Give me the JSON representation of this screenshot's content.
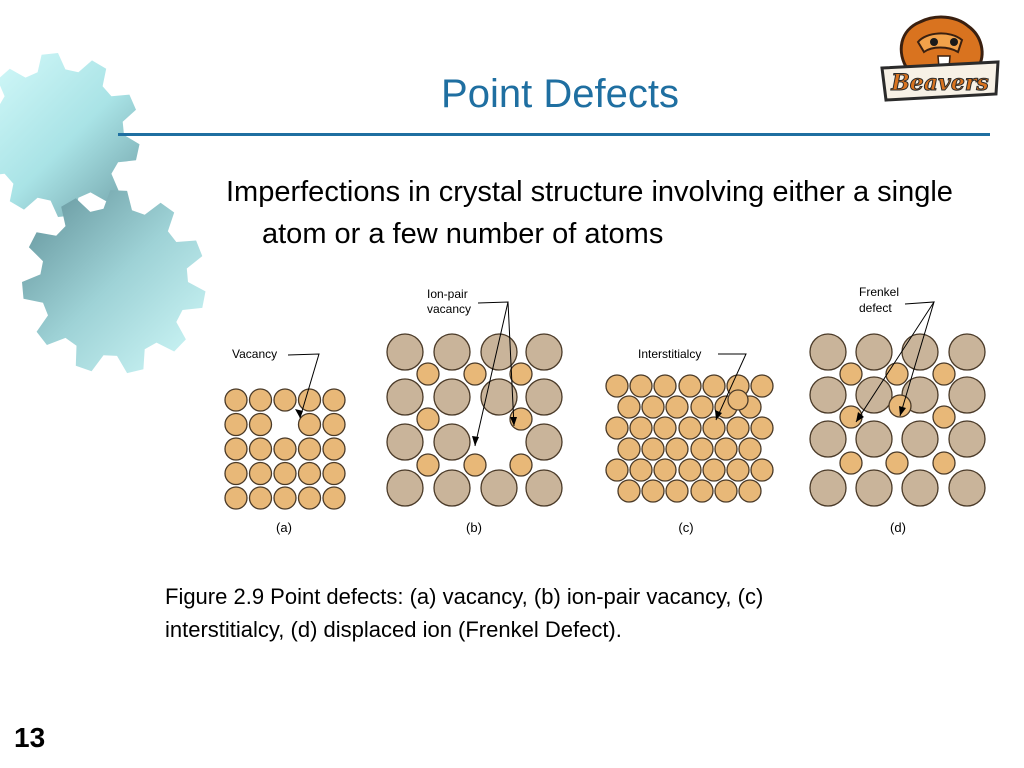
{
  "slide": {
    "title": "Point Defects",
    "bullet": "Imperfections in crystal structure involving either a single atom or a few number of atoms",
    "caption_line1": "Figure 2.9  Point defects: (a) vacancy, (b) ion-pair vacancy, (c)",
    "caption_line2": "interstitialcy, (d) displaced ion (Frenkel Defect).",
    "number": "13"
  },
  "logo": {
    "text": "Beavers"
  },
  "figure": {
    "panels": [
      {
        "id": "a",
        "label": "(a)",
        "annotation": "Vacancy"
      },
      {
        "id": "b",
        "label": "(b)",
        "annotation_line1": "Ion-pair",
        "annotation_line2": "vacancy"
      },
      {
        "id": "c",
        "label": "(c)",
        "annotation": "Interstitialcy"
      },
      {
        "id": "d",
        "label": "(d)",
        "annotation_line1": "Frenkel",
        "annotation_line2": "defect"
      }
    ]
  },
  "colors": {
    "title": "#1f6fa1",
    "small_atom": "#e8b878",
    "large_atom": "#c9b49a",
    "gear_light": "#c8f4f4",
    "gear_dark": "#5a8a92"
  }
}
